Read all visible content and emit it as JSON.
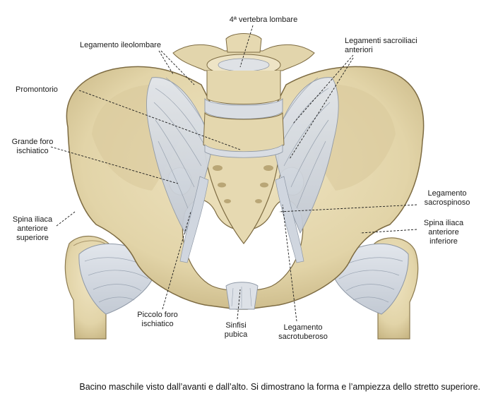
{
  "labels": {
    "vertebra": "4ª vertebra lombare",
    "ileolombare": "Legamento ileolombare",
    "sacroiliaci": "Legamenti sacroiliaci\nanteriori",
    "promontorio": "Promontorio",
    "grande_foro": "Grande foro\nischiatico",
    "sacrospinoso": "Legamento\nsacrospinoso",
    "spina_sup": "Spina iliaca\nanteriore\nsuperiore",
    "spina_inf": "Spina iliaca\nanteriore\ninferiore",
    "piccolo_foro": "Piccolo foro\nischiatico",
    "sinfisi": "Sinfisi\npubica",
    "sacrotuberoso": "Legamento\nsacrotuberoso"
  },
  "caption": "Bacino maschile visto dall’avanti e dall’alto. Si dimostrano la forma e l’ampiezza dello stretto superiore.",
  "colors": {
    "bone": "#e4d7ae",
    "bone_shade": "#c9b98a",
    "ligament": "#d3d9e1",
    "ligament_line": "#8e98a6",
    "leader": "#1a1a1a"
  }
}
